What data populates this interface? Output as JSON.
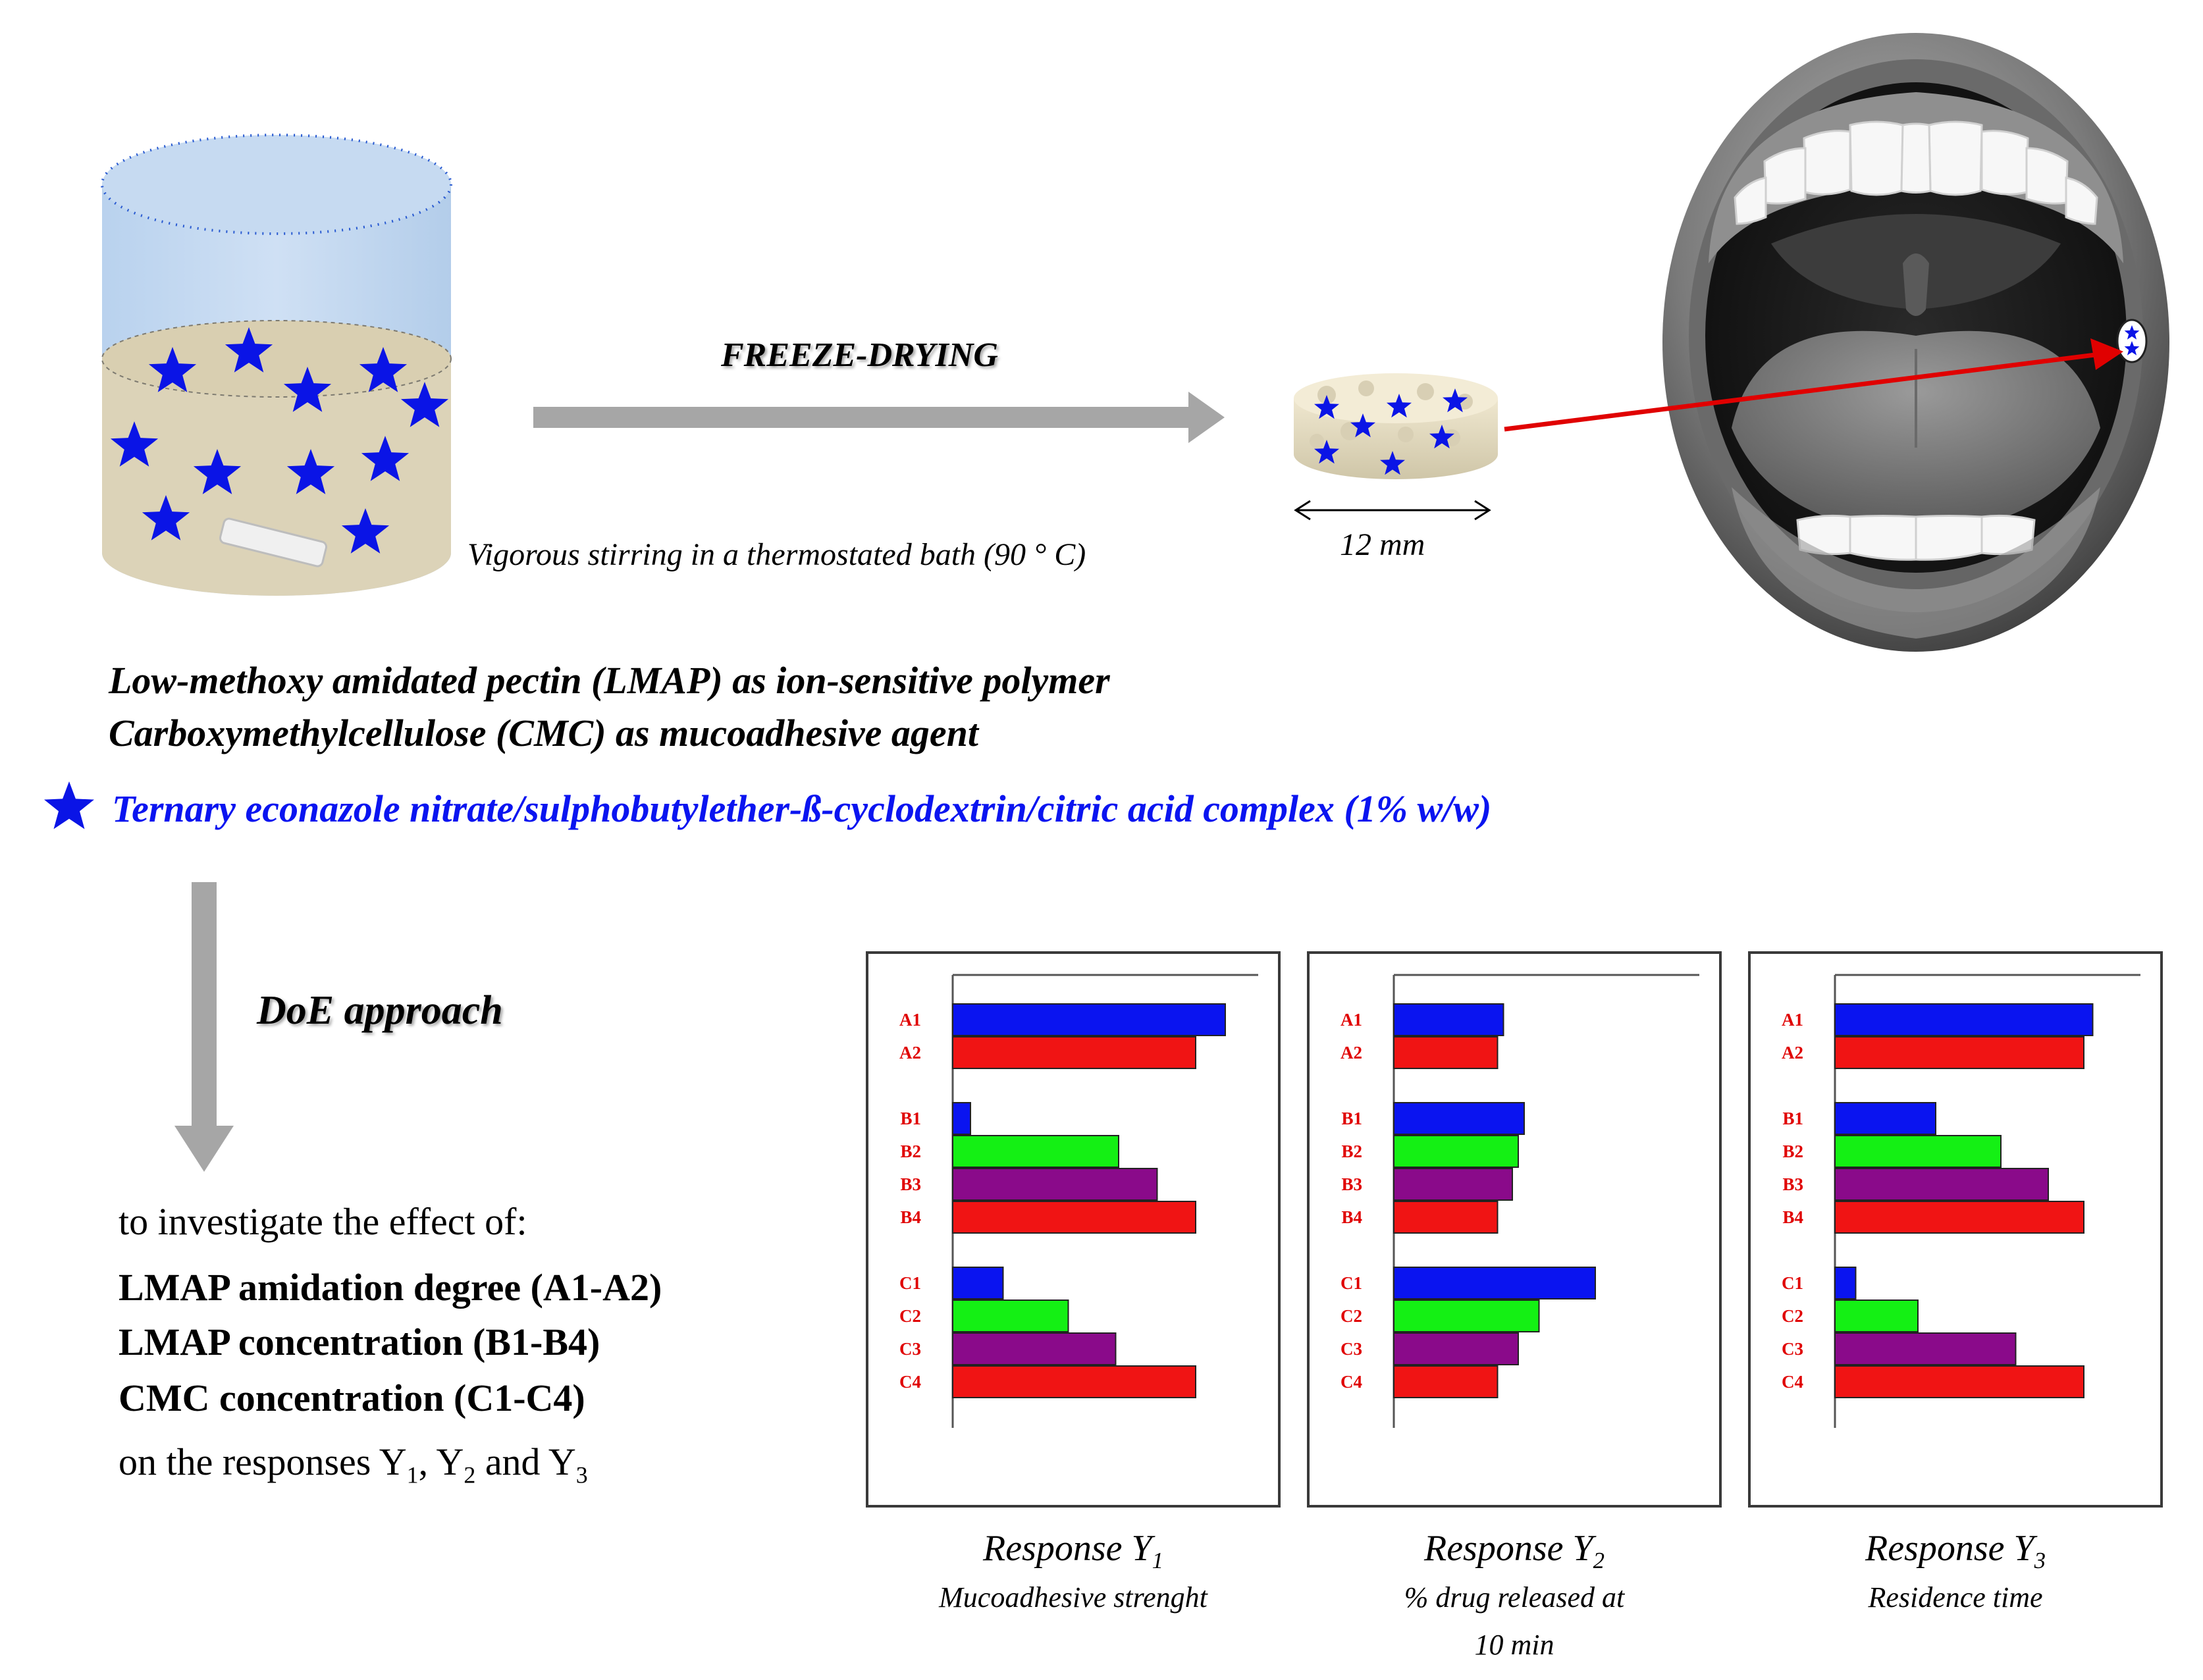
{
  "texts": {
    "process_label": "FREEZE-DRYING",
    "stirring_note": "Vigorous stirring in a thermostated bath (90 ° C)",
    "size_label": "12 mm",
    "line_lmap": "Low-methoxy amidated pectin (LMAP) as ion-sensitive polymer",
    "line_cmc": "Carboxymethylcellulose (CMC) as mucoadhesive agent",
    "line_complex": "Ternary econazole nitrate/sulphobutylether-ß-cyclodextrin/citric acid complex (1% w/w)",
    "doe_label": "DoE approach",
    "investigate": "to investigate the effect of:",
    "factor_a": "LMAP amidation degree (A1-A2)",
    "factor_b": "LMAP concentration (B1-B4)",
    "factor_c": "CMC concentration (C1-C4)",
    "responses_prefix": "on the responses Y",
    "responses_sub1": "1",
    "responses_sep1": ", Y",
    "responses_sub2": "2",
    "responses_and": " and Y",
    "responses_sub3": "3"
  },
  "colors": {
    "level_1": "#0a14f0",
    "level_2": "#14f014",
    "level_3": "#8a0a8a",
    "level_4": "#f01414",
    "tick_label": "#e00000",
    "star": "#0a14e6",
    "arrow_gray": "#a6a6a6",
    "pointer_arrow": "#e00000"
  },
  "icons": [
    "beaker-icon",
    "star-icon",
    "film-disc-icon",
    "mouth-icon",
    "double-arrow-icon"
  ],
  "chart_data": [
    {
      "type": "bar",
      "orientation": "horizontal",
      "caption": "Response Y",
      "caption_sub": "1",
      "subtitle": "Mucoadhesive strenght",
      "categories": [
        "A1",
        "A2",
        "B1",
        "B2",
        "B3",
        "B4",
        "C1",
        "C2",
        "C3",
        "C4"
      ],
      "values": [
        0.92,
        0.82,
        0.06,
        0.56,
        0.69,
        0.82,
        0.17,
        0.39,
        0.55,
        0.82
      ],
      "value_scale": "relative (no numeric axis shown)",
      "xlim": [
        0,
        1
      ]
    },
    {
      "type": "bar",
      "orientation": "horizontal",
      "caption": "Response Y",
      "caption_sub": "2",
      "subtitle": "% drug released at 10 min",
      "categories": [
        "A1",
        "A2",
        "B1",
        "B2",
        "B3",
        "B4",
        "C1",
        "C2",
        "C3",
        "C4"
      ],
      "values": [
        0.37,
        0.35,
        0.44,
        0.42,
        0.4,
        0.35,
        0.68,
        0.49,
        0.42,
        0.35
      ],
      "value_scale": "relative (no numeric axis shown)",
      "xlim": [
        0,
        1
      ]
    },
    {
      "type": "bar",
      "orientation": "horizontal",
      "caption": "Response Y",
      "caption_sub": "3",
      "subtitle": "Residence time",
      "categories": [
        "A1",
        "A2",
        "B1",
        "B2",
        "B3",
        "B4",
        "C1",
        "C2",
        "C3",
        "C4"
      ],
      "values": [
        0.87,
        0.84,
        0.34,
        0.56,
        0.72,
        0.84,
        0.07,
        0.28,
        0.61,
        0.84
      ],
      "value_scale": "relative (no numeric axis shown)",
      "xlim": [
        0,
        1
      ]
    }
  ]
}
